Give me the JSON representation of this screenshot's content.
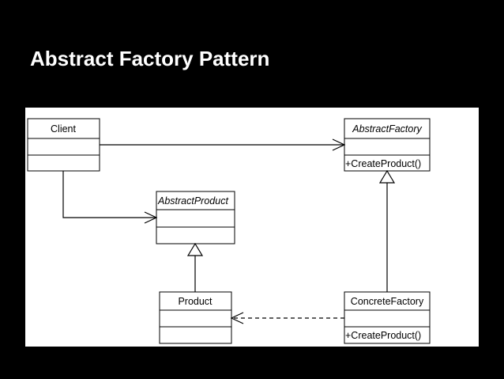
{
  "slide": {
    "title": "Abstract Factory Pattern"
  },
  "diagram": {
    "classes": {
      "client": {
        "name": "Client",
        "abstract": false,
        "operations": []
      },
      "abstract_factory": {
        "name": "AbstractFactory",
        "abstract": true,
        "operations": [
          "+CreateProduct()"
        ]
      },
      "abstract_product": {
        "name": "AbstractProduct",
        "abstract": true,
        "operations": []
      },
      "product": {
        "name": "Product",
        "abstract": false,
        "operations": []
      },
      "concrete_factory": {
        "name": "ConcreteFactory",
        "abstract": false,
        "operations": [
          "+CreateProduct()"
        ]
      }
    },
    "relationships": [
      {
        "from": "Client",
        "to": "AbstractFactory",
        "kind": "association"
      },
      {
        "from": "Client",
        "to": "AbstractProduct",
        "kind": "association"
      },
      {
        "from": "Product",
        "to": "AbstractProduct",
        "kind": "generalization"
      },
      {
        "from": "ConcreteFactory",
        "to": "AbstractFactory",
        "kind": "generalization"
      },
      {
        "from": "ConcreteFactory",
        "to": "Product",
        "kind": "dependency"
      }
    ]
  },
  "colors": {
    "background": "#000000",
    "title": "#ffffff",
    "panel": "#ffffff",
    "ink": "#000000"
  }
}
